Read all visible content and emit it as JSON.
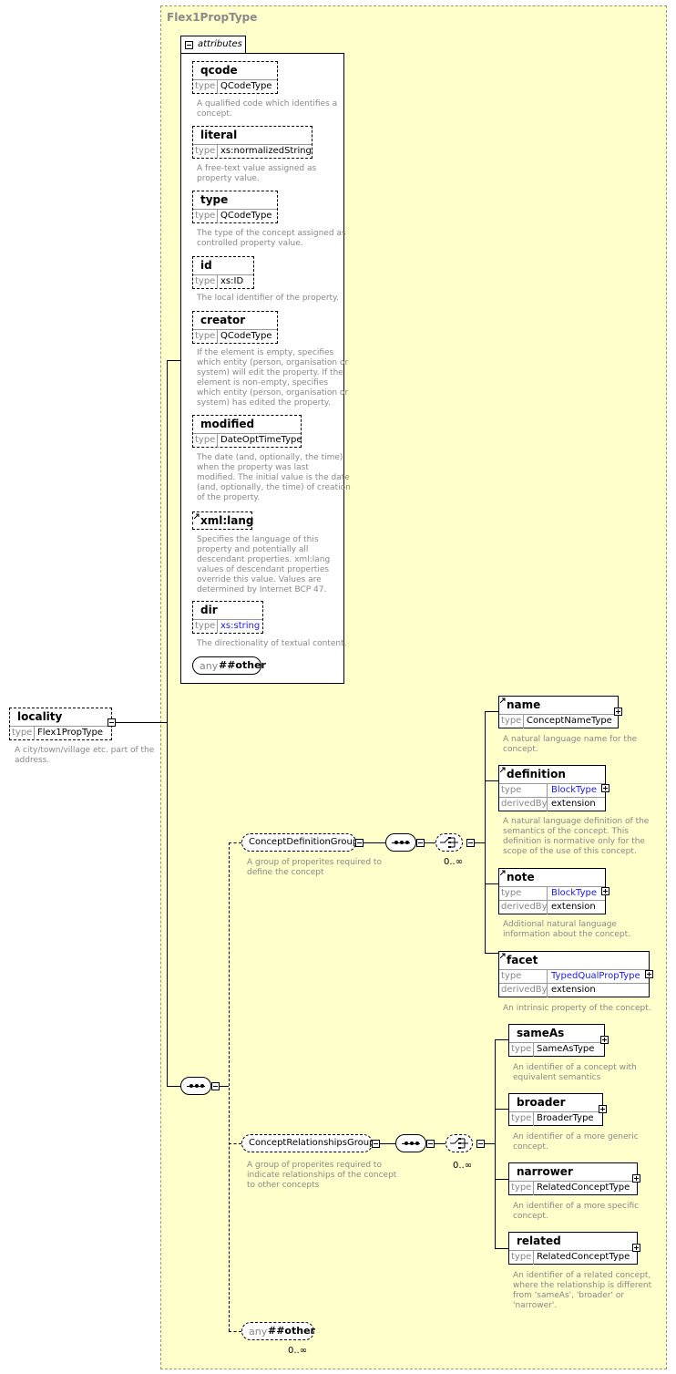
{
  "type_name": "Flex1PropType",
  "attributes_label": "attributes",
  "attributes": [
    {
      "name": "qcode",
      "type_key": "type",
      "type": "QCodeType",
      "desc": [
        "A qualified code which identifies a",
        "concept."
      ]
    },
    {
      "name": "literal",
      "type_key": "type",
      "type": "xs:normalizedString",
      "desc": [
        "A free-text value assigned as",
        "property value."
      ]
    },
    {
      "name": "type",
      "type_key": "type",
      "type": "QCodeType",
      "desc": [
        "The type of the concept assigned as",
        "controlled property value."
      ]
    },
    {
      "name": "id",
      "type_key": "type",
      "type": "xs:ID",
      "desc": [
        "The local identifier of the property."
      ]
    },
    {
      "name": "creator",
      "type_key": "type",
      "type": "QCodeType",
      "desc": [
        "If the element is empty, specifies",
        "which entity (person, organisation or",
        "system) will edit the property. If the",
        "element is non-empty, specifies",
        "which entity (person, organisation or",
        "system) has edited the property."
      ]
    },
    {
      "name": "modified",
      "type_key": "type",
      "type": "DateOptTimeType",
      "desc": [
        "The date (and, optionally, the time)",
        "when the property was last",
        "modified. The initial value is the date",
        "(and, optionally, the time) of creation",
        "of the property."
      ]
    },
    {
      "name": "xml:lang",
      "desc": [
        "Specifies the language of this",
        "property and potentially all",
        "descendant properties. xml:lang",
        "values of descendant properties",
        "override this value. Values are",
        "determined by Internet BCP 47."
      ]
    },
    {
      "name": "dir",
      "type_key": "type",
      "type": "xs:string",
      "desc": [
        "The directionality of textual content."
      ]
    }
  ],
  "any_attr": {
    "key": "any",
    "value": "##other"
  },
  "root": {
    "name": "locality",
    "type_key": "type",
    "type": "Flex1PropType",
    "desc": [
      "A city/town/village etc. part of the",
      "address."
    ]
  },
  "group1": {
    "name": "ConceptDefinitionGroup",
    "desc": [
      "A group of properites required to",
      "define the concept"
    ],
    "card": "0..∞"
  },
  "group1_elements": [
    {
      "name": "name",
      "rows": [
        [
          "type",
          "ConceptNameType"
        ]
      ],
      "desc": [
        "A natural language name for the",
        "concept."
      ]
    },
    {
      "name": "definition",
      "rows": [
        [
          "type",
          "BlockType"
        ],
        [
          "derivedBy",
          "extension"
        ]
      ],
      "desc": [
        "A natural language definition of the",
        "semantics of the concept. This",
        "definition is normative only for the",
        "scope of the use of this concept."
      ]
    },
    {
      "name": "note",
      "rows": [
        [
          "type",
          "BlockType"
        ],
        [
          "derivedBy",
          "extension"
        ]
      ],
      "desc": [
        "Additional natural language",
        "information about the concept."
      ]
    },
    {
      "name": "facet",
      "rows": [
        [
          "type",
          "TypedQualPropType"
        ],
        [
          "derivedBy",
          "extension"
        ]
      ],
      "desc": [
        "An intrinsic property of the concept."
      ]
    }
  ],
  "group2": {
    "name": "ConceptRelationshipsGroup",
    "desc": [
      "A group of properites required to",
      "indicate relationships of the concept",
      "to other concepts"
    ],
    "card": "0..∞"
  },
  "group2_elements": [
    {
      "name": "sameAs",
      "rows": [
        [
          "type",
          "SameAsType"
        ]
      ],
      "desc": [
        "An identifier of a concept with",
        "equivalent semantics"
      ]
    },
    {
      "name": "broader",
      "rows": [
        [
          "type",
          "BroaderType"
        ]
      ],
      "desc": [
        "An identifier of a more generic",
        "concept."
      ]
    },
    {
      "name": "narrower",
      "rows": [
        [
          "type",
          "RelatedConceptType"
        ]
      ],
      "desc": [
        "An identifier of a more specific",
        "concept."
      ]
    },
    {
      "name": "related",
      "rows": [
        [
          "type",
          "RelatedConceptType"
        ]
      ],
      "desc": [
        "An identifier of a related concept,",
        "where the relationship is different",
        "from 'sameAs', 'broader' or",
        "'narrower'."
      ]
    }
  ],
  "any_elem": {
    "key": "any",
    "value": "##other",
    "card": "0..∞"
  }
}
